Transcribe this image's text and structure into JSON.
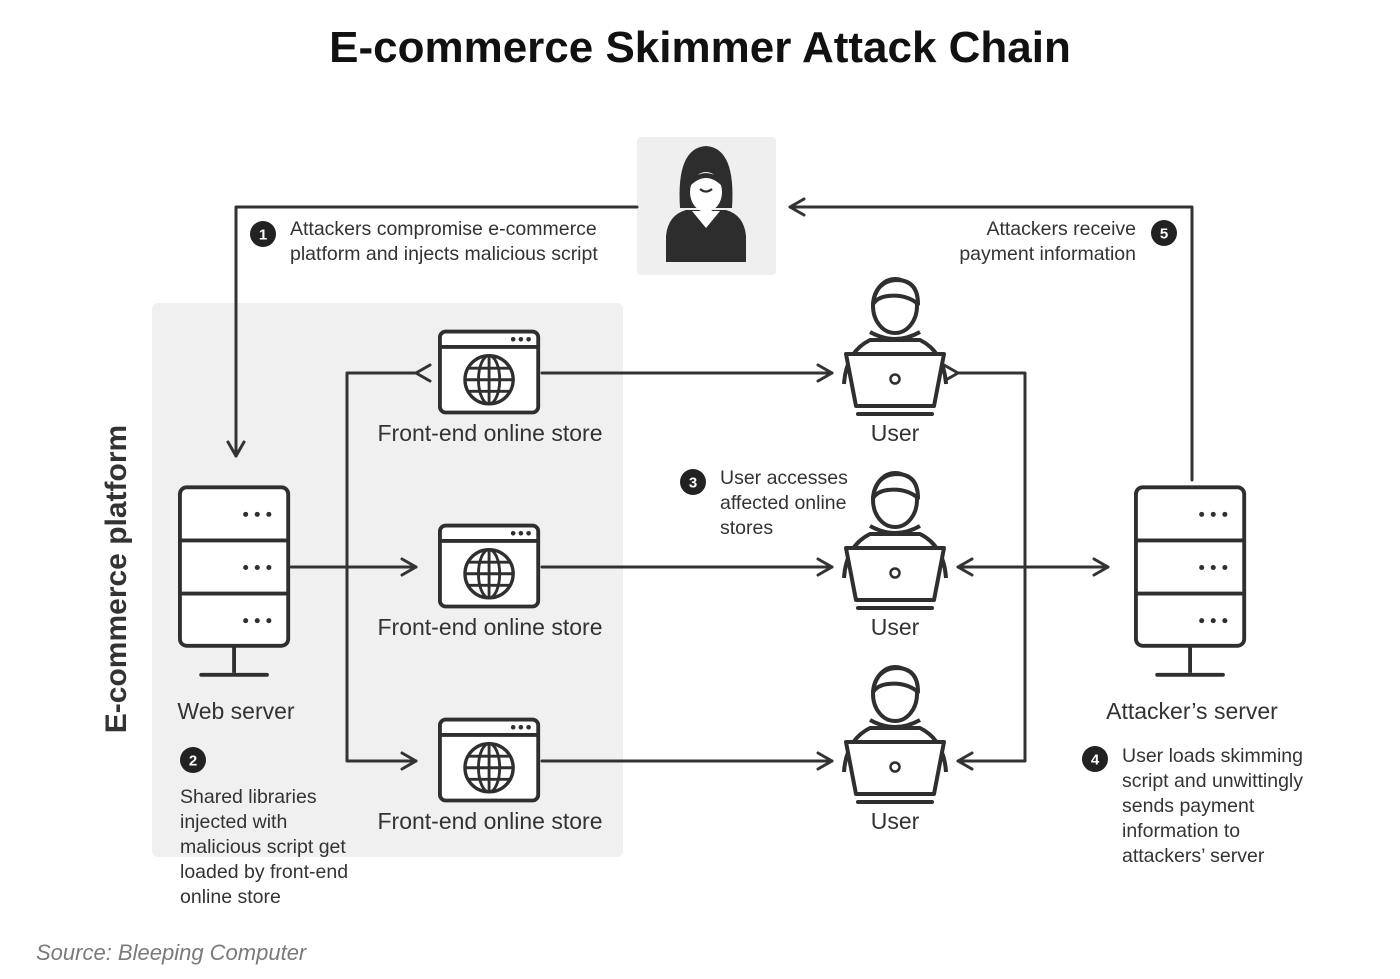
{
  "title": "E-commerce Skimmer Attack Chain",
  "platform_label": "E-commerce platform",
  "web_server_label": "Web server",
  "attacker_server_label": "Attacker’s server",
  "stores": [
    {
      "label": "Front-end online store"
    },
    {
      "label": "Front-end online store"
    },
    {
      "label": "Front-end online store"
    }
  ],
  "users": [
    {
      "label": "User"
    },
    {
      "label": "User"
    },
    {
      "label": "User"
    }
  ],
  "steps": [
    {
      "num": "1",
      "lines": [
        "Attackers compromise e-commerce",
        "platform and injects malicious script"
      ]
    },
    {
      "num": "2",
      "lines": [
        "Shared libraries",
        "injected with",
        "malicious script get",
        "loaded by front-end",
        "online store"
      ]
    },
    {
      "num": "3",
      "lines": [
        "User accesses",
        "affected online",
        "stores"
      ]
    },
    {
      "num": "4",
      "lines": [
        "User loads skimming",
        "script and unwittingly",
        "sends payment",
        "information to",
        "attackers’ server"
      ]
    },
    {
      "num": "5",
      "lines": [
        "Attackers receive",
        "payment information"
      ]
    }
  ],
  "source": "Source: Bleeping Computer",
  "colors": {
    "line": "#333333",
    "panel": "#f0f0f0",
    "badge": "#222222"
  }
}
